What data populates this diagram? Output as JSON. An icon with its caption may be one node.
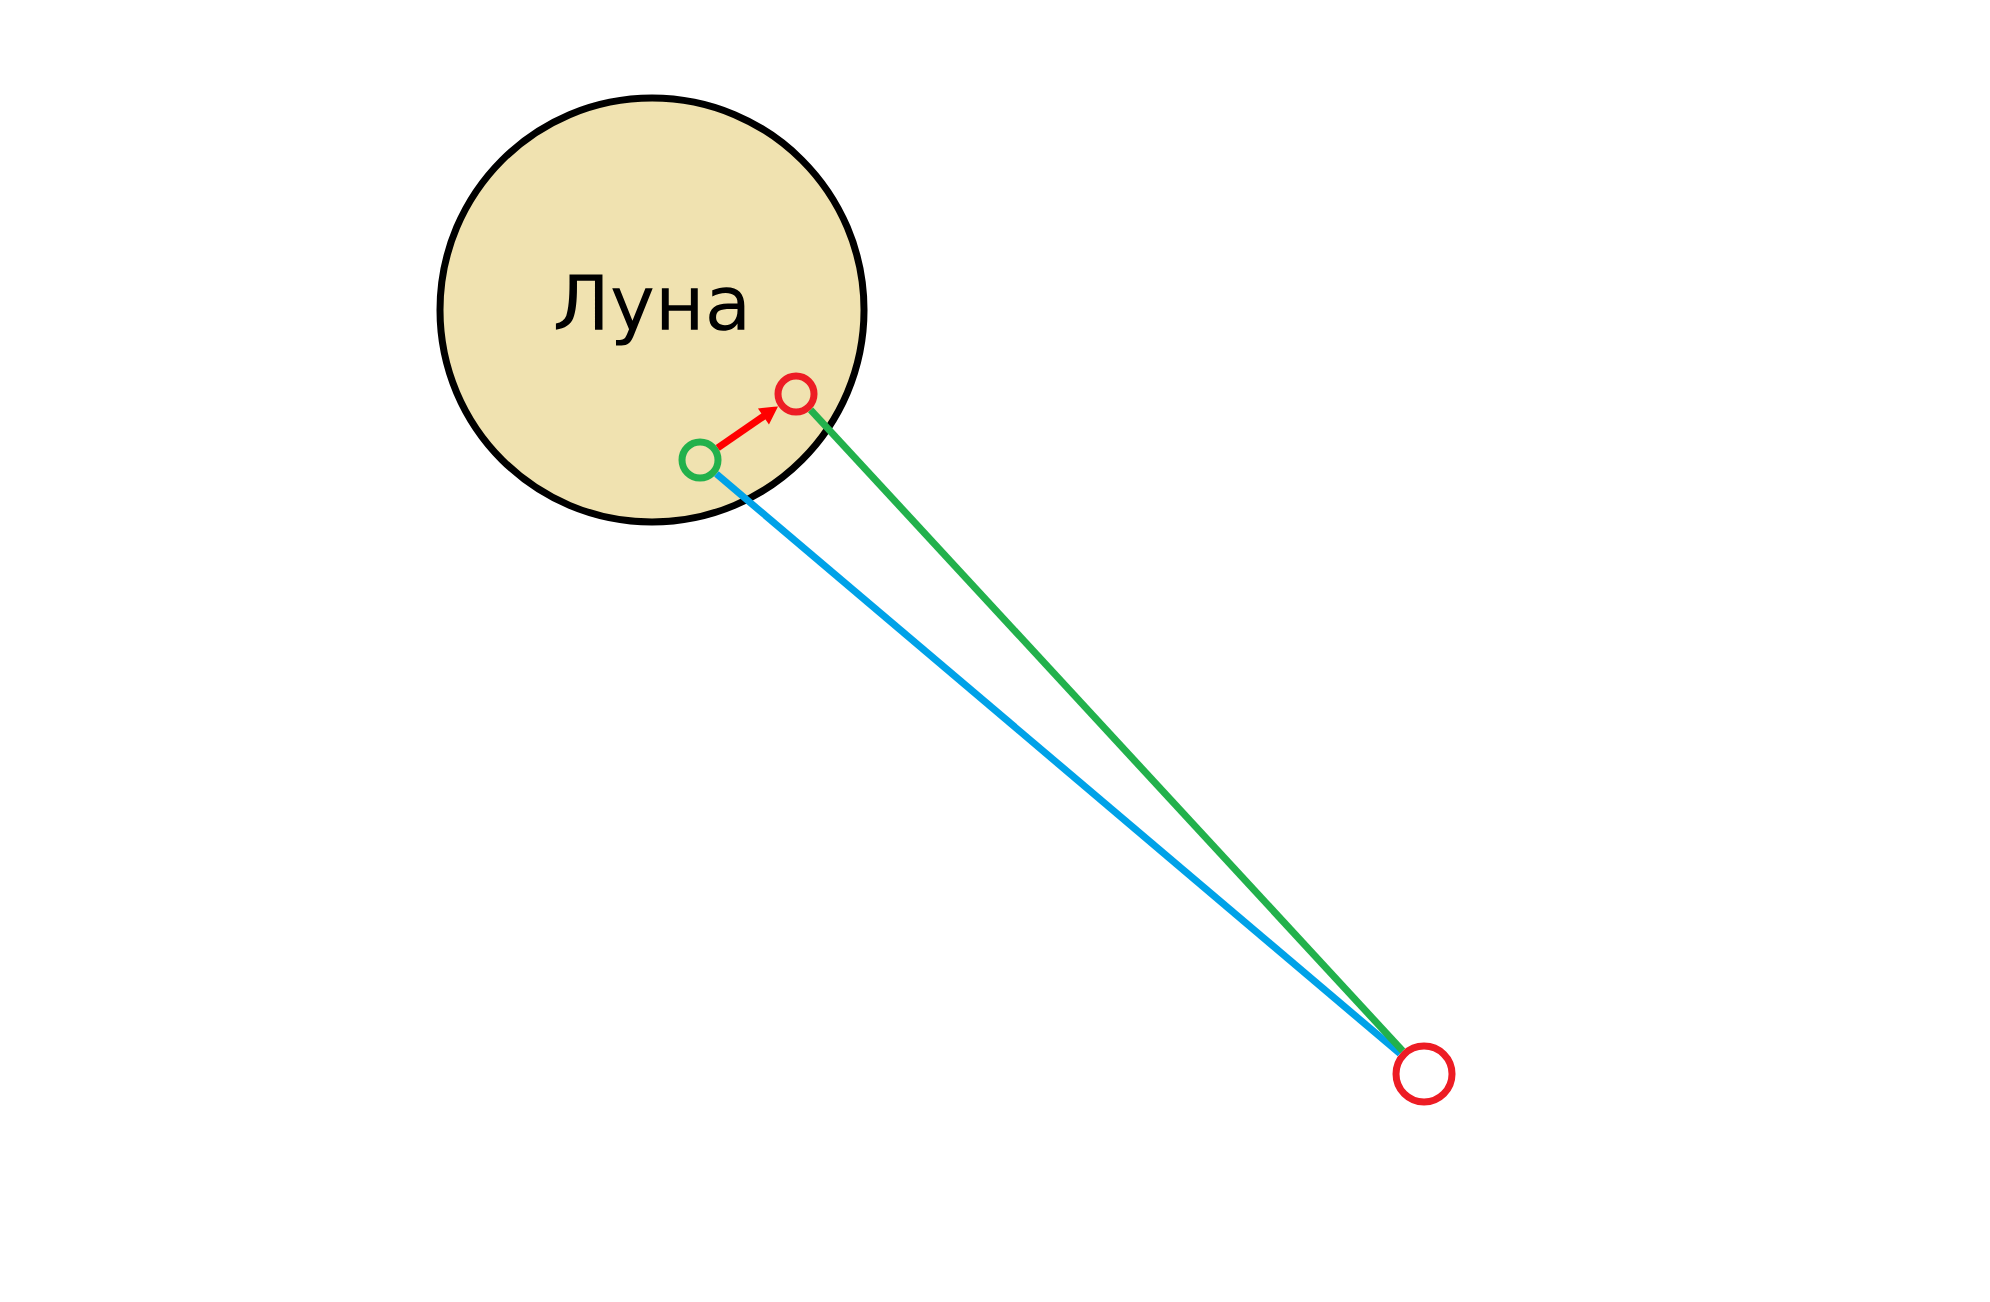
{
  "diagram": {
    "nodes": [
      {
        "text": [
          "Луна"
        ]
      },
      {
        "text": [],
        "shape": "circle",
        "in": 0
      },
      {
        "text": [],
        "shape": "circle",
        "in": 0
      },
      {
        "text": [],
        "shape": "circle"
      }
    ],
    "edges": [
      {
        "from": 1,
        "to": 2,
        "arrow": "to",
        "color": "#ff0000"
      },
      {
        "from": 1,
        "to": 3,
        "arrow": "none",
        "color": "#00a2e8"
      },
      {
        "from": 2,
        "to": 3,
        "arrow": "none",
        "color": "#22b14c"
      }
    ]
  }
}
